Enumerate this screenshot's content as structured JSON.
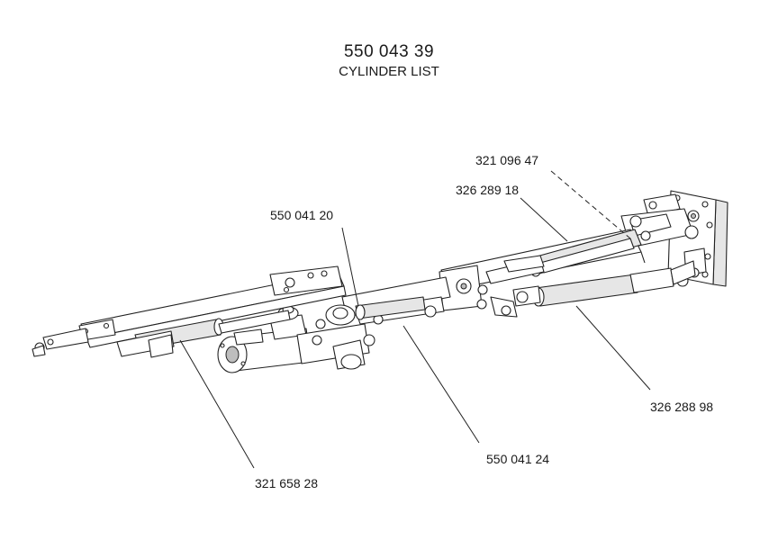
{
  "title": "550 043 39",
  "subtitle": "CYLINDER LIST",
  "parts": [
    {
      "number": "321 096 47"
    },
    {
      "number": "326 289 18"
    },
    {
      "number": "550 041 20"
    },
    {
      "number": "326 288 98"
    },
    {
      "number": "550 041 24"
    },
    {
      "number": "321 658 28"
    }
  ]
}
